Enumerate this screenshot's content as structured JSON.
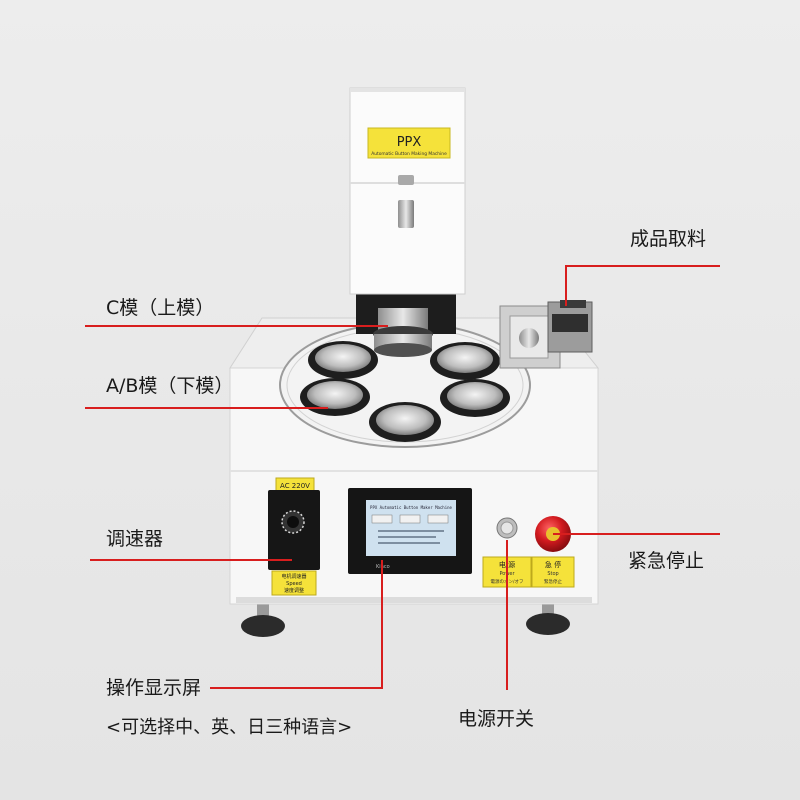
{
  "colors": {
    "callout_line": "#d81e1e",
    "background": "#e9e9e9",
    "machine_body": "#f7f7f7",
    "label_yellow": "#f5e23a",
    "stop_button": "#c8161d"
  },
  "machine": {
    "head_label_title": "PPX",
    "head_label_subtitle": "Automatic Button Making Machine",
    "voltage_badge": "AC 220V",
    "speed_controller_caption_1": "电机调速器",
    "speed_controller_caption_2": "Speed",
    "speed_controller_caption_3": "速度调整",
    "screen_title": "PPX Automatic Button Maker Machine",
    "screen_brand": "Kinco",
    "power_label_cn": "电 源",
    "power_label_en": "Power",
    "power_label_jp": "電源のオン/オフ",
    "stop_label_cn": "急 停",
    "stop_label_en": "Stop",
    "stop_label_jp": "緊急停止"
  },
  "callouts": {
    "finished_product": "成品取料",
    "c_mold": "C模（上模）",
    "ab_mold": "A/B模（下模）",
    "speed_controller": "调速器",
    "emergency_stop": "紧急停止",
    "display_screen": "操作显示屏",
    "language_note": "<可选择中、英、日三种语言>",
    "power_switch": "电源开关"
  }
}
